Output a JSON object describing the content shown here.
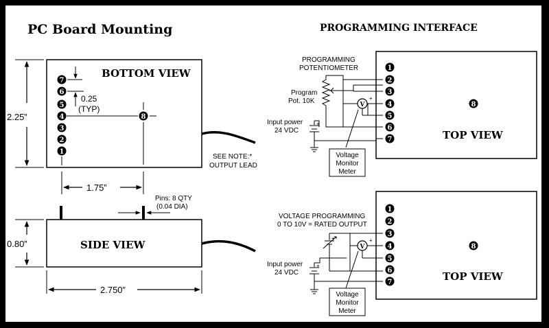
{
  "mounting": {
    "title": "PC Board Mounting",
    "bottom_view_label": "BOTTOM VIEW",
    "side_view_label": "SIDE VIEW",
    "dim_height": "2.25”",
    "dim_side_height": "0.80”",
    "dim_pin_spacing": "1.75”",
    "dim_width": "2.750”",
    "pitch_value": "0.25",
    "pitch_note": "(TYP)",
    "pins_note_line1": "Pins: 8 QTY",
    "pins_note_line2": "(0.04 DIA)",
    "see_note_line1": "SEE NOTE:*",
    "see_note_line2": "OUTPUT LEAD",
    "pin_numbers_left": [
      "7",
      "6",
      "5",
      "4",
      "3",
      "2",
      "1"
    ],
    "pin_center": "8"
  },
  "programming": {
    "title": "PROGRAMMING INTERFACE",
    "top": {
      "header_line1": "PROGRAMMING",
      "header_line2": "POTENTIOMETER",
      "pot_label_line1": "Program",
      "pot_label_line2": "Pot. 10K",
      "input_power_line1": "Input power",
      "input_power_line2": "24 VDC",
      "meter_label": [
        "Voltage",
        "Monitor",
        "Meter"
      ],
      "view_label": "TOP VIEW",
      "pins": [
        "1",
        "2",
        "3",
        "4",
        "5",
        "6",
        "7"
      ],
      "center_pin": "8",
      "meter_symbol": "V",
      "plus": "+",
      "minus": "-"
    },
    "bottom": {
      "header_line1": "VOLTAGE PROGRAMMING",
      "header_line2": "0 TO 10V = RATED OUTPUT",
      "input_power_line1": "Input power",
      "input_power_line2": "24 VDC",
      "meter_label": [
        "Voltage",
        "Monitor",
        "Meter"
      ],
      "view_label": "TOP VIEW",
      "pins": [
        "1",
        "2",
        "3",
        "4",
        "5",
        "6",
        "7"
      ],
      "center_pin": "8",
      "meter_symbol": "V",
      "plus": "+",
      "minus": "-"
    }
  }
}
